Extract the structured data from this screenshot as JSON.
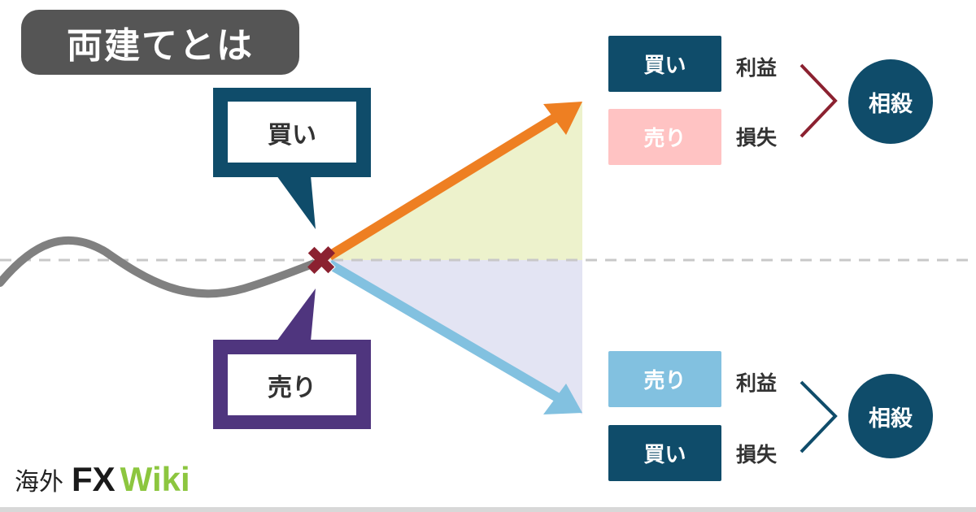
{
  "title": "両建てとは",
  "callouts": {
    "buy": "買い",
    "sell": "売り"
  },
  "top_group": {
    "positions": [
      {
        "label": "買い",
        "result": "利益"
      },
      {
        "label": "売り",
        "result": "損失"
      }
    ],
    "outcome": "相殺"
  },
  "bottom_group": {
    "positions": [
      {
        "label": "売り",
        "result": "利益"
      },
      {
        "label": "買い",
        "result": "損失"
      }
    ],
    "outcome": "相殺"
  },
  "logo": {
    "prefix": "海外",
    "fx": "FX",
    "wiki": "Wiki"
  },
  "colors": {
    "navy": "#0f4c6a",
    "purple": "#4f357e",
    "orange": "#ee7f22",
    "light_blue": "#82c1e0",
    "pink": "#ffc3c3",
    "marker": "#8b2130",
    "logo_green": "#8cc63f"
  }
}
